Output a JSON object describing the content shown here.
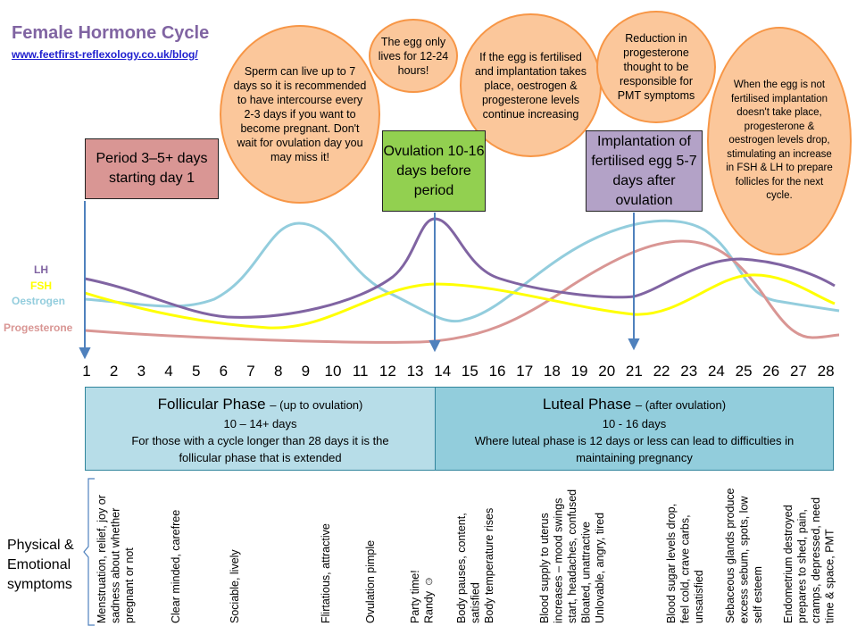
{
  "header": {
    "title": "Female Hormone Cycle",
    "url": "www.feetfirst-reflexology.co.uk/blog/"
  },
  "bubbles": [
    "Sperm can live up to 7 days so it is recommended to have intercourse every 2-3 days if you want to become pregnant. Don't wait for ovulation day you may miss it!",
    "The egg only lives for 12-24 hours!",
    "If the egg is fertilised and implantation takes place, oestrogen & progesterone levels continue increasing",
    "Reduction in progesterone thought to be responsible for PMT symptoms",
    "When the egg is not fertilised implantation doesn't take place, progesterone & oestrogen levels drop, stimulating an increase in FSH & LH to prepare follicles for the next cycle."
  ],
  "boxes": {
    "period": "Period 3–5+ days starting day 1",
    "ovulation": "Ovulation 10-16 days before period",
    "implantation": "Implantation of fertilised egg 5-7 days after ovulation"
  },
  "hormones": {
    "lh": "LH",
    "fsh": "FSH",
    "oestrogen": "Oestrogen",
    "progesterone": "Progesterone"
  },
  "colors": {
    "lh": "#8064a2",
    "fsh": "#ffff00",
    "oestrogen": "#93cddd",
    "progesterone": "#d99694",
    "arrow": "#4f81bd"
  },
  "days": [
    "1",
    "2",
    "3",
    "4",
    "5",
    "6",
    "7",
    "8",
    "9",
    "10",
    "11",
    "12",
    "13",
    "14",
    "15",
    "16",
    "17",
    "18",
    "19",
    "20",
    "21",
    "22",
    "23",
    "24",
    "25",
    "26",
    "27",
    "28"
  ],
  "phases": {
    "follicular": {
      "name": "Follicular Phase",
      "sub": "– (up to ovulation)",
      "days": "10 – 14+ days",
      "note": "For those with a cycle longer than 28 days it is the follicular phase that is extended"
    },
    "luteal": {
      "name": "Luteal Phase",
      "sub": "– (after ovulation)",
      "days": "10 - 16 days",
      "note": "Where luteal phase is 12 days or less can lead to difficulties in maintaining pregnancy"
    }
  },
  "symptoms_label": "Physical &\nEmotional\nsymptoms",
  "symptoms": [
    "Menstruation, relief, joy or\nsadness about whether\npregnant or not",
    "Clear minded, carefree",
    "Sociable, lively",
    "Flirtatious, attractive",
    "Ovulation pimple",
    "Party time!\nRandy ☺",
    "Body pauses, content,\nsatisfied\nBody temperature rises",
    "Blood supply to uterus\nincreases – mood swings\nstart, headaches, confused\nBloated, unattractive\nUnlovable, angry, tired",
    "Blood sugar levels drop,\nfeel cold, crave carbs,\nunsatisfied",
    "Sebaceous glands produce\nexcess sebum, spots, low\nself esteem",
    "Endometrium destroyed\nprepares to shed, pain,\ncramps, depressed, need\ntime & space, PMT"
  ]
}
